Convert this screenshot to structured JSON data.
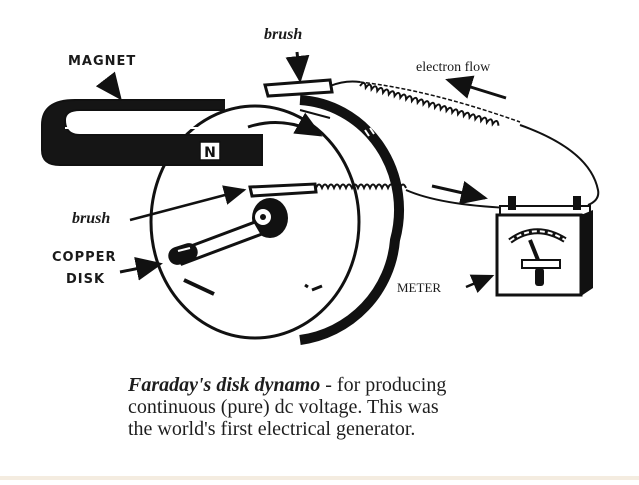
{
  "diagram": {
    "title": "Faraday's disk dynamo",
    "labels": {
      "magnet": "MAGNET",
      "brush_top": "brush",
      "brush_left": "brush",
      "copper_disk_line1": "COPPER",
      "copper_disk_line2": "DISK",
      "electron_flow": "electron flow",
      "meter": "METER",
      "pole": "N"
    },
    "colors": {
      "ink": "#111111",
      "background": "#ffffff"
    }
  },
  "caption": {
    "title": "Faraday's disk dynamo",
    "separator": " - ",
    "line1_rest": "for producing",
    "line2": "continuous (pure) dc voltage. This was",
    "line3": "the world's first electrical generator."
  }
}
